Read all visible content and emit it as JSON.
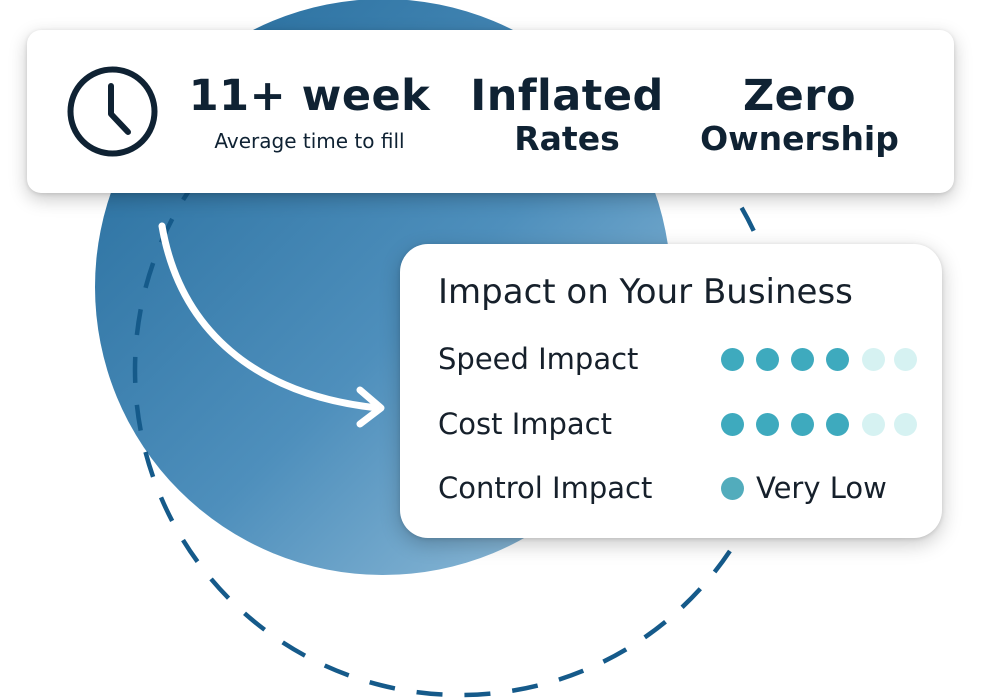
{
  "header_stats": {
    "time": {
      "value": "11+ week",
      "caption": "Average time to fill"
    },
    "rates": {
      "value": "Inflated",
      "caption": "Rates"
    },
    "ownership": {
      "value": "Zero",
      "caption": "Ownership"
    }
  },
  "impact": {
    "title": "Impact on Your Business",
    "rows": [
      {
        "label": "Speed Impact",
        "rating": 4,
        "max": 6
      },
      {
        "label": "Cost Impact",
        "rating": 4,
        "max": 6
      },
      {
        "label": "Control Impact",
        "rating_text": "Very Low"
      }
    ]
  },
  "colors": {
    "circle_gradient_start": "#2f7aa8",
    "circle_gradient_end": "#8fbcd8",
    "dashed_ring": "#155a8a",
    "dot_on": "#3eaabe",
    "dot_off": "#d6f2f2",
    "text_dark": "#0f2233"
  },
  "icons": {
    "clock": "clock-icon",
    "arrow": "curved-arrow-icon"
  }
}
